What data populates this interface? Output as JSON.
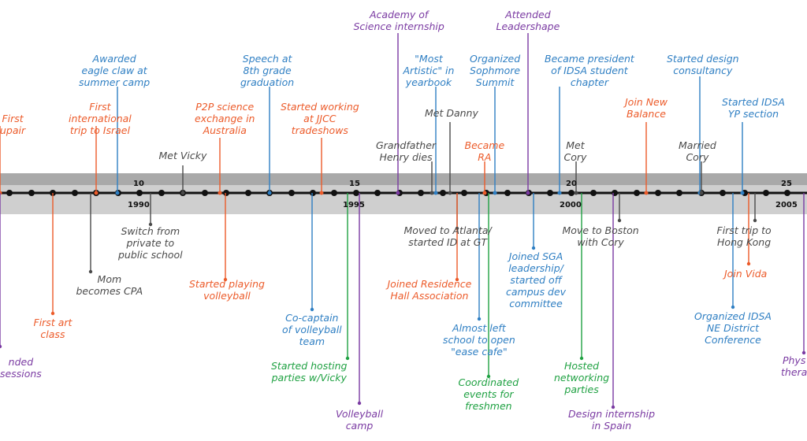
{
  "timeline": {
    "band_color": "#cfcfcf",
    "band_highlight": "#a9a9a9",
    "axis_color": "#111111",
    "age_ticks": [
      "10",
      "15",
      "20",
      "25"
    ],
    "year_ticks": [
      "1990",
      "1995",
      "2000",
      "2005"
    ]
  },
  "events_above": [
    {
      "text": "First\nupair",
      "color": "orange"
    },
    {
      "text": "Awarded\neagle claw at\nsummer camp",
      "color": "blue"
    },
    {
      "text": "First\ninternational\ntrip to Israel",
      "color": "orange"
    },
    {
      "text": "Met Vicky",
      "color": "gray"
    },
    {
      "text": "P2P science\nexchange in\nAustralia",
      "color": "orange"
    },
    {
      "text": "Speech at\n8th grade\ngraduation",
      "color": "blue"
    },
    {
      "text": "Started working\nat JJCC\ntradeshows",
      "color": "orange"
    },
    {
      "text": "Academy of\nScience internship",
      "color": "purple"
    },
    {
      "text": "Grandfather\nHenry dies",
      "color": "gray"
    },
    {
      "text": "\"Most\nArtistic\" in\nyearbook",
      "color": "blue"
    },
    {
      "text": "Met Danny",
      "color": "gray"
    },
    {
      "text": "Became\nRA",
      "color": "orange"
    },
    {
      "text": "Organized\nSophmore\nSummit",
      "color": "blue"
    },
    {
      "text": "Attended\nLeadershape",
      "color": "purple"
    },
    {
      "text": "Became president\nof IDSA student\nchapter",
      "color": "blue"
    },
    {
      "text": "Met\nCory",
      "color": "gray"
    },
    {
      "text": "Join New\nBalance",
      "color": "orange"
    },
    {
      "text": "Started design\nconsultancy",
      "color": "blue"
    },
    {
      "text": "Married\nCory",
      "color": "gray"
    },
    {
      "text": "Started IDSA\nYP section",
      "color": "blue"
    }
  ],
  "events_below": [
    {
      "text": "nded\nsessions",
      "color": "purple"
    },
    {
      "text": "First art\nclass",
      "color": "orange"
    },
    {
      "text": "Mom\nbecomes CPA",
      "color": "gray"
    },
    {
      "text": "Switch from\nprivate to\npublic school",
      "color": "gray"
    },
    {
      "text": "Started playing\nvolleyball",
      "color": "orange"
    },
    {
      "text": "Co-captain\nof volleyball\nteam",
      "color": "blue"
    },
    {
      "text": "Started hosting\nparties w/Vicky",
      "color": "green"
    },
    {
      "text": "Volleyball\ncamp",
      "color": "purple"
    },
    {
      "text": "Moved to Atlanta/\nstarted ID at GT",
      "color": "gray"
    },
    {
      "text": "Joined Residence\nHall Association",
      "color": "orange"
    },
    {
      "text": "Almost left\nschool to open\n\"ease cafe\"",
      "color": "blue"
    },
    {
      "text": "Coordinated\nevents for\nfreshmen",
      "color": "green"
    },
    {
      "text": "Joined SGA\nleadership/\nstarted off\ncampus dev\ncommittee",
      "color": "blue"
    },
    {
      "text": "Hosted\nnetworking\nparties",
      "color": "green"
    },
    {
      "text": "Move to Boston\nwith Cory",
      "color": "gray"
    },
    {
      "text": "Design internship\nin Spain",
      "color": "purple"
    },
    {
      "text": "First trip to\nHong Kong",
      "color": "gray"
    },
    {
      "text": "Join Vida",
      "color": "orange"
    },
    {
      "text": "Organized IDSA\nNE District\nConference",
      "color": "blue"
    },
    {
      "text": "Phys\nthera",
      "color": "purple"
    }
  ],
  "colors": {
    "blue": "#2f7fc3",
    "orange": "#ec5b2a",
    "gray": "#4a4a4a",
    "purple": "#7a3aa2",
    "green": "#1fa142"
  }
}
